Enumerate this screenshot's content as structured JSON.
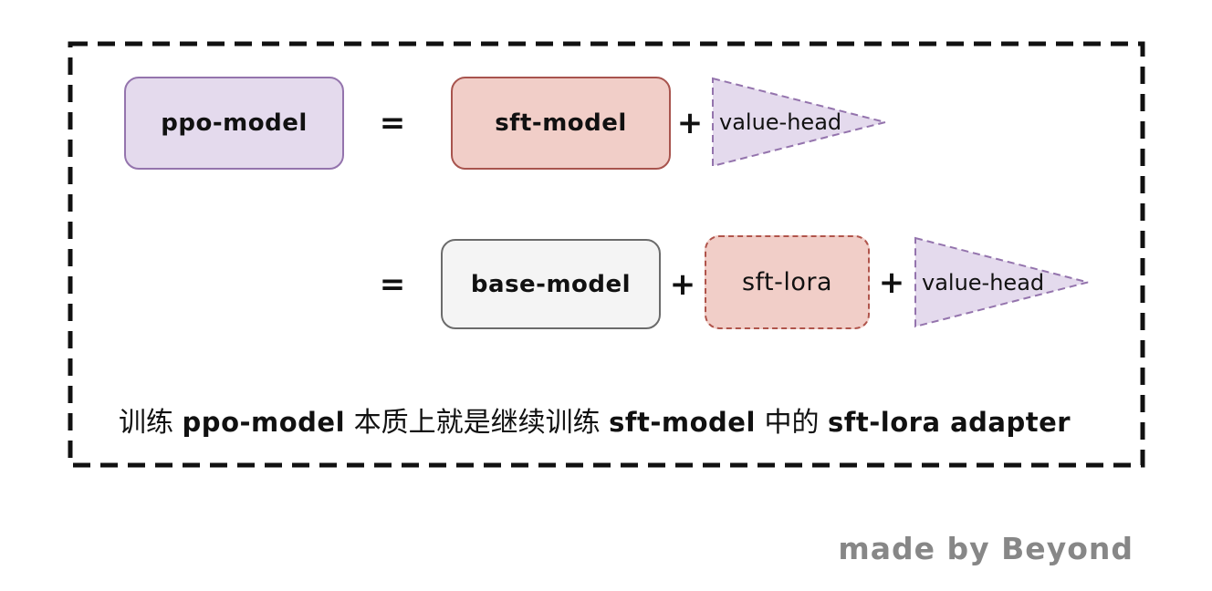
{
  "diagram": {
    "row1": {
      "ppo_model_label": "ppo-model",
      "equals": "=",
      "sft_model_label": "sft-model",
      "plus": "+",
      "value_head_label": "value-head"
    },
    "row2": {
      "equals": "=",
      "base_model_label": "base-model",
      "plus1": "+",
      "sft_lora_label": "sft-lora",
      "plus2": "+",
      "value_head_label": "value-head"
    },
    "caption": {
      "segments": [
        {
          "text": "训练 ",
          "style": "cjk"
        },
        {
          "text": "ppo-model",
          "style": "code"
        },
        {
          "text": " 本质上就是继续训练 ",
          "style": "cjk"
        },
        {
          "text": "sft-model",
          "style": "code"
        },
        {
          "text": " 中的 ",
          "style": "cjk"
        },
        {
          "text": "sft-lora adapter",
          "style": "code"
        }
      ]
    },
    "watermark": "made by Beyond",
    "colors": {
      "frame": "#111111",
      "purple_fill": "#e4daed",
      "purple_border": "#9474ad",
      "pink_fill": "#f1cec8",
      "red_border": "#a8544e",
      "red_dashed_border": "#b0544b",
      "gray_fill": "#f4f4f4",
      "gray_border": "#6b6b6b",
      "watermark_gray": "#878787"
    }
  }
}
